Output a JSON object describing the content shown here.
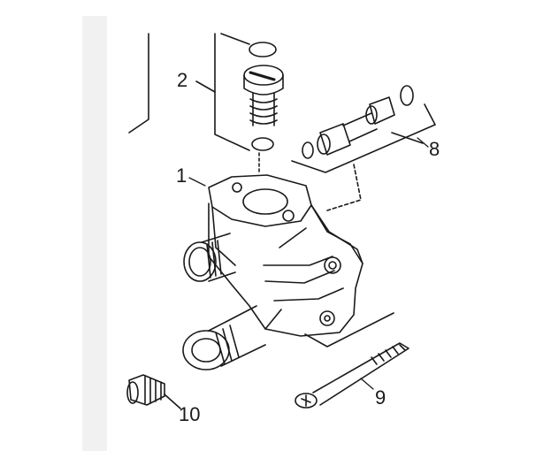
{
  "diagram": {
    "callouts": {
      "c1": "1",
      "c2": "2",
      "c8": "8",
      "c9": "9",
      "c10": "10"
    },
    "colors": {
      "line": "#1a1a1a",
      "strip": "#f1f1f1",
      "background": "#ffffff"
    }
  }
}
